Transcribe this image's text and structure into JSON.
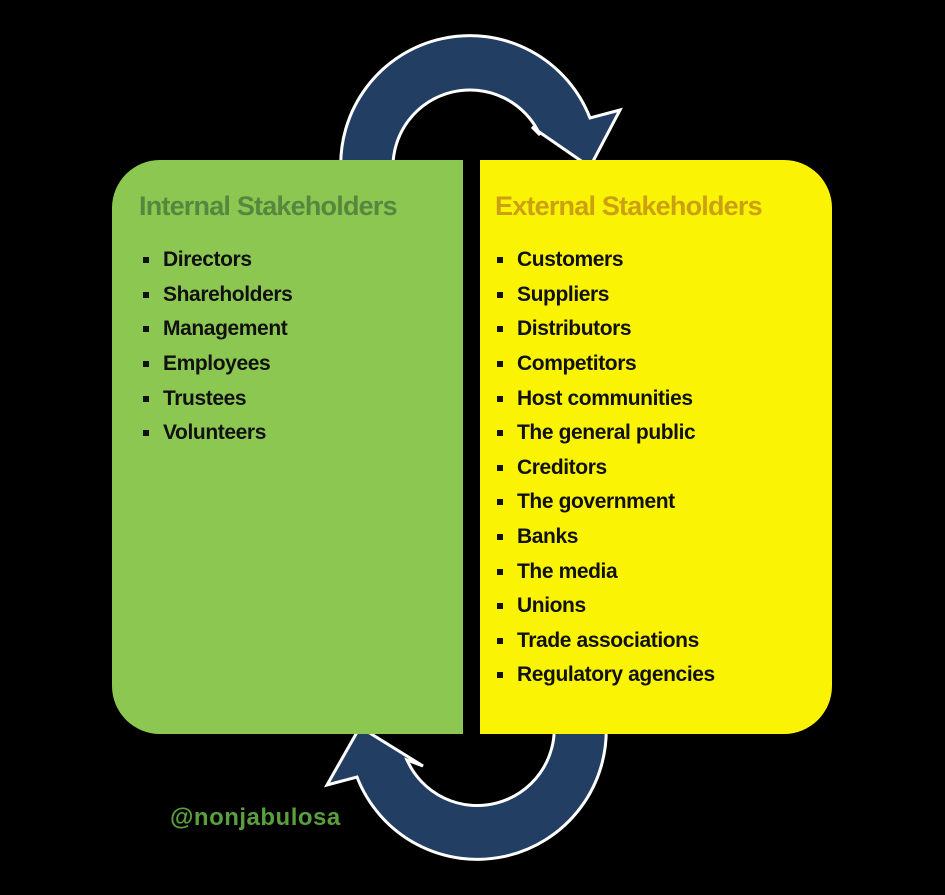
{
  "canvas": {
    "background_color": "#000000"
  },
  "internal_panel": {
    "title": "Internal Stakeholders",
    "title_color": "#57873E",
    "panel_color": "#8CC851",
    "items": [
      "Directors",
      "Shareholders",
      "Management",
      "Employees",
      "Trustees",
      "Volunteers"
    ]
  },
  "external_panel": {
    "title": "External Stakeholders",
    "title_color": "#CBA012",
    "panel_color": "#FAF303",
    "items": [
      "Customers",
      "Suppliers",
      "Distributors",
      "Competitors",
      "Host communities",
      "The general public",
      "Creditors",
      "The government",
      "Banks",
      "The media",
      "Unions",
      "Trade associations",
      "Regulatory agencies"
    ]
  },
  "cycle_arrows": {
    "fill_color": "#233E63",
    "outline_color": "#FFFFFF"
  },
  "watermark": {
    "text": "@nonjabulosa",
    "color": "#5A9E3E"
  }
}
